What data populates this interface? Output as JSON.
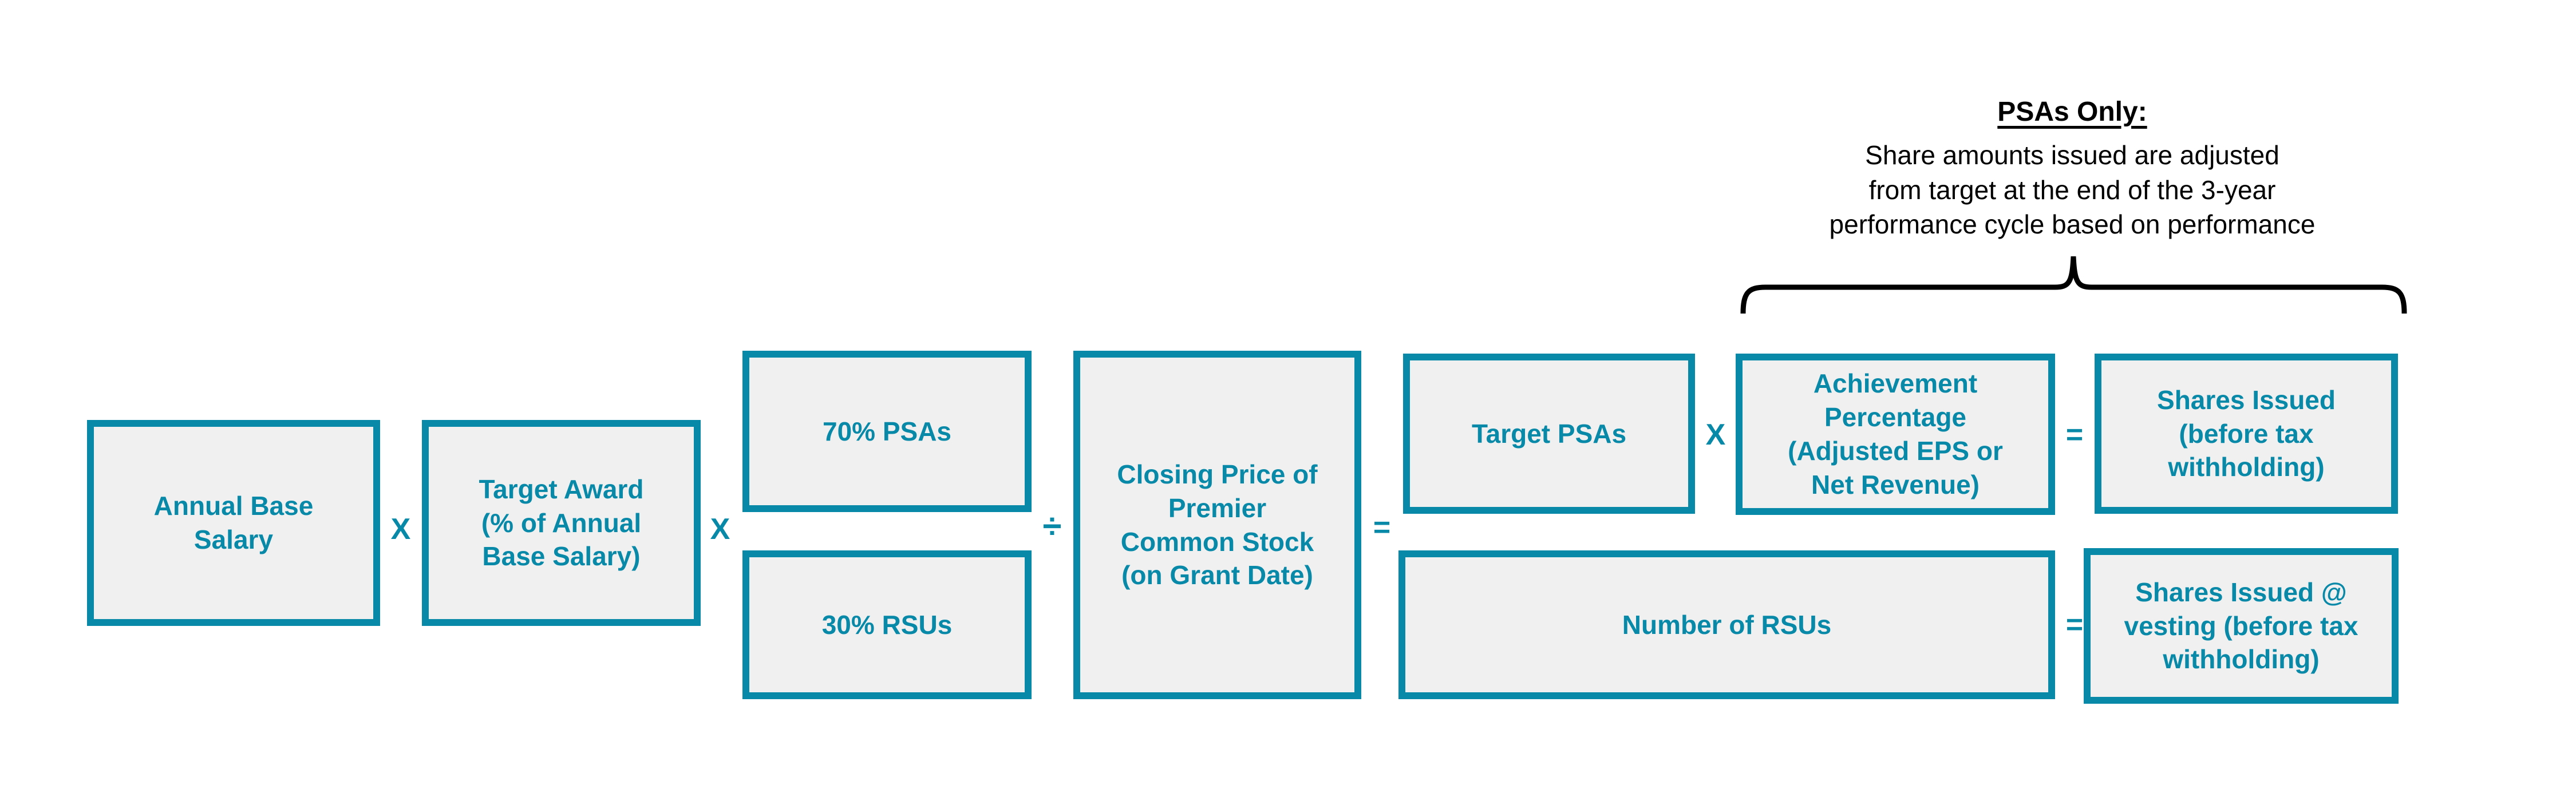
{
  "diagram": {
    "annotation": {
      "title": "PSAs Only:",
      "body": "Share amounts issued are adjusted\nfrom target at the end of the 3-year\nperformance cycle based on performance"
    },
    "boxes": {
      "annual_base_salary": "Annual Base\nSalary",
      "target_award": "Target Award\n(% of Annual\nBase Salary)",
      "psas_split": "70% PSAs",
      "rsus_split": "30% RSUs",
      "closing_price": "Closing Price of\nPremier\nCommon Stock\n(on Grant Date)",
      "target_psas": "Target PSAs",
      "achievement_percentage": "Achievement\nPercentage\n(Adjusted EPS or\nNet Revenue)",
      "shares_issued_psas": "Shares Issued\n(before tax\nwithholding)",
      "number_of_rsus": "Number of RSUs",
      "shares_issued_rsus": "Shares Issued @\nvesting (before tax\nwithholding)"
    },
    "operators": {
      "multiply_1": "X",
      "multiply_2": "X",
      "divide": "÷",
      "equals_1": "=",
      "multiply_3": "X",
      "equals_2": "=",
      "equals_3": "="
    },
    "colors": {
      "teal": "#0989A8",
      "box_fill": "#F0F0F0",
      "annotation_text": "#000000",
      "brace": "#000000",
      "background": "#FFFFFF"
    }
  }
}
